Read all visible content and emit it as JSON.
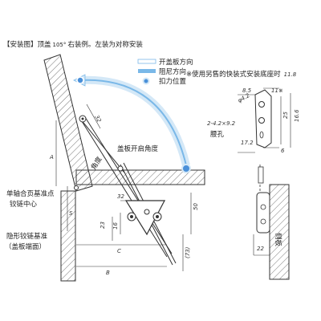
{
  "header": {
    "title": "【安装图】顶盖",
    "angle": "105°",
    "title_rest": "右装例。左装为对称安装"
  },
  "legend": {
    "open_direction": "开盖板方向",
    "damping_direction": "阻尼方向",
    "force_position": "扣力位置"
  },
  "note": {
    "text": "※使用另售的快装式安装底座时",
    "value": "11.8"
  },
  "labels": {
    "lid_opening_angle": "盖板开启角度",
    "angle": "角度",
    "single_hinge_ref": "单轴合页基准点",
    "hinge_center": "铰链中心",
    "concealed_hinge_ref": "隐形铰链基准",
    "lid_end_face": "（盖板端面）",
    "waist_hole": "腰孔",
    "side_panel": "侧板"
  },
  "dims": {
    "d32_top": "32",
    "A": "A",
    "S": "S",
    "d32_mid": "32",
    "d23": "23",
    "d16": "16",
    "d50": "50",
    "d73": "(73)",
    "C": "C",
    "B": "B",
    "d8_5": "8.5",
    "d11": "11※",
    "phi4_2": "φ4.2",
    "d16_6": "16.6",
    "d25": "25",
    "hole_spec": "2-4.2×9.2",
    "d17_2": "17.2",
    "d6": "6",
    "d22": "22"
  },
  "colors": {
    "arrow_blue": "#7ab8e8",
    "arrow_light": "#d4e8f7",
    "dot_blue": "#4a90d9"
  }
}
